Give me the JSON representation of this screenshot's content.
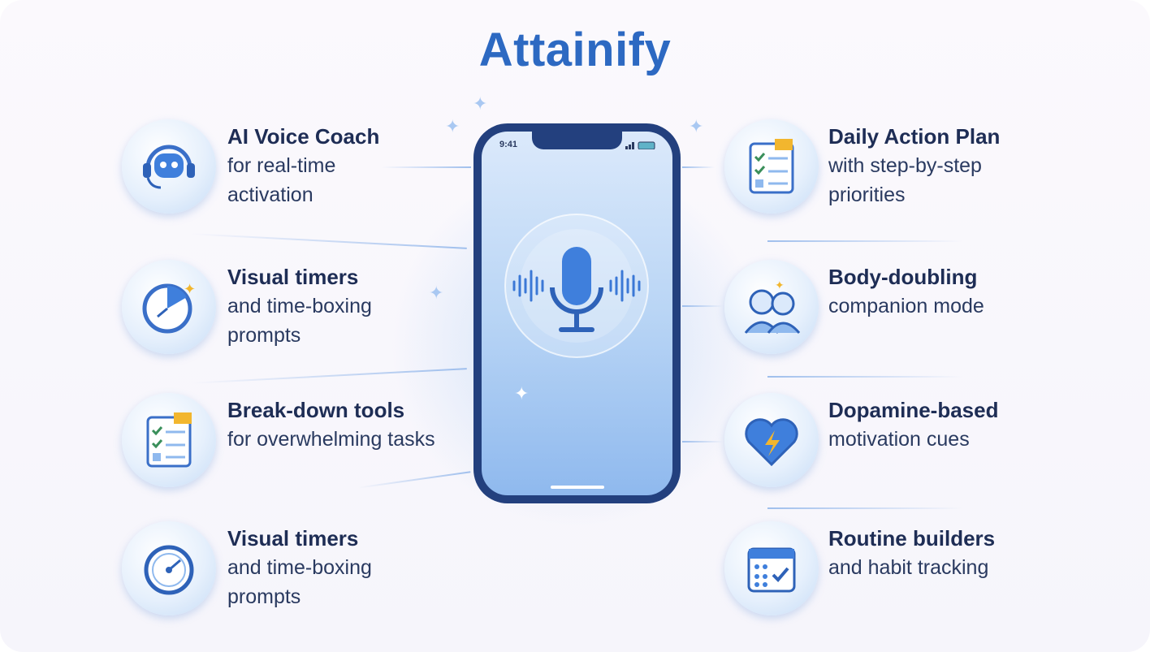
{
  "title": "Attainify",
  "phone": {
    "status_time": "9:41"
  },
  "features_left": [
    {
      "heading": "AI Voice Coach",
      "lines": [
        "for real-time",
        "activation"
      ],
      "icon": "robot-headset-icon"
    },
    {
      "heading": "Visual timers",
      "lines": [
        "and time-boxing",
        "prompts"
      ],
      "icon": "clock-icon"
    },
    {
      "heading": "Break-down tools",
      "lines": [
        "for overwhelming tasks"
      ],
      "icon": "checklist-icon"
    },
    {
      "heading": "Visual timers",
      "lines": [
        "and time-boxing",
        "prompts"
      ],
      "icon": "stopwatch-icon"
    }
  ],
  "features_right": [
    {
      "heading": "Daily Action Plan",
      "lines": [
        "with step-by-step",
        "priorities"
      ],
      "icon": "clipboard-checklist-icon"
    },
    {
      "heading": "Body-doubling",
      "lines": [
        "companion mode"
      ],
      "icon": "two-people-icon"
    },
    {
      "heading": "Dopamine-based",
      "lines": [
        "motivation cues"
      ],
      "icon": "heart-bolt-icon"
    },
    {
      "heading": "Routine builders",
      "lines": [
        "and habit tracking"
      ],
      "icon": "calendar-check-icon"
    }
  ],
  "colors": {
    "title": "#2d69c2",
    "heading": "#1e2d55",
    "phone_frame": "#23407e"
  }
}
